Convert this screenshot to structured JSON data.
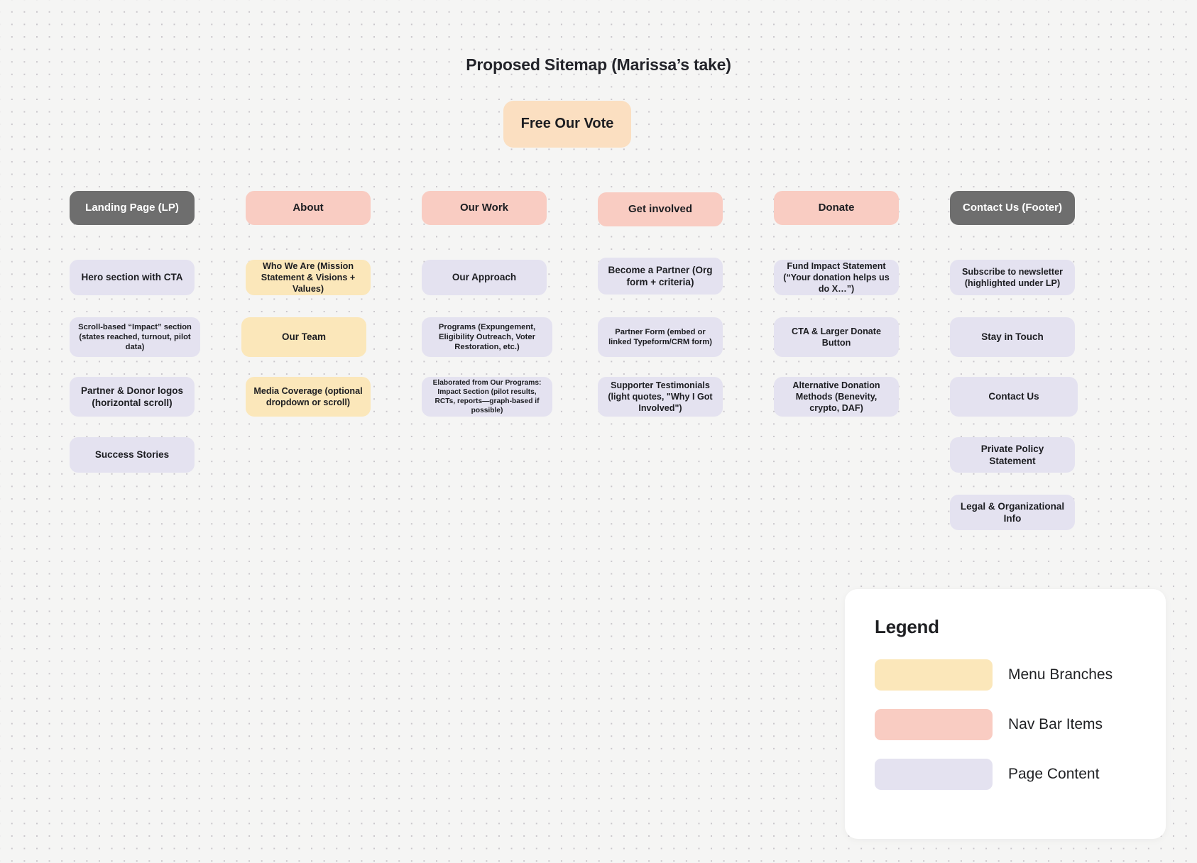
{
  "canvas": {
    "title": "Proposed Sitemap (Marissa’s take)"
  },
  "root": {
    "label": "Free Our Vote",
    "color": "#fbdfc1"
  },
  "colors": {
    "menu_branches": "#fbe7ba",
    "nav_bar_items": "#f9ccc2",
    "page_content": "#e4e2f0",
    "dark_node": "#6e6e6e",
    "root": "#fbdfc1",
    "background": "#f5f5f4"
  },
  "columns": [
    {
      "header": {
        "label": "Landing Page (LP)",
        "type": "dark"
      },
      "items": [
        {
          "label": "Hero section with CTA",
          "type": "content",
          "size": "fs-14"
        },
        {
          "label": "Scroll-based “Impact” section (states reached, turnout, pilot data)",
          "type": "content",
          "size": "fs-11"
        },
        {
          "label": "Partner & Donor logos (horizontal scroll)",
          "type": "content",
          "size": "fs-14"
        },
        {
          "label": "Success Stories",
          "type": "content",
          "size": "fs-14"
        }
      ]
    },
    {
      "header": {
        "label": "About",
        "type": "pink"
      },
      "items": [
        {
          "label": "Who We Are (Mission Statement & Visions + Values)",
          "type": "menu",
          "size": "fs-13"
        },
        {
          "label": "Our Team",
          "type": "menu",
          "size": "fs-14"
        },
        {
          "label": "Media Coverage (optional dropdown or scroll)",
          "type": "menu",
          "size": "fs-13"
        }
      ]
    },
    {
      "header": {
        "label": "Our Work",
        "type": "pink"
      },
      "items": [
        {
          "label": "Our Approach",
          "type": "content",
          "size": "fs-14"
        },
        {
          "label": "Programs (Expungement, Eligibility Outreach, Voter Restoration, etc.)",
          "type": "content",
          "size": "fs-11"
        },
        {
          "label": "Elaborated from Our Programs: Impact Section (pilot results, RCTs, reports—graph-based if possible)",
          "type": "content",
          "size": "fs-10"
        }
      ]
    },
    {
      "header": {
        "label": "Get involved",
        "type": "pink"
      },
      "items": [
        {
          "label": "Become a Partner (Org form + criteria)",
          "type": "content",
          "size": "fs-14"
        },
        {
          "label": "Partner Form (embed or linked Typeform/CRM form)",
          "type": "content",
          "size": "fs-11"
        },
        {
          "label": "Supporter Testimonials (light quotes, \"Why I Got Involved\")",
          "type": "content",
          "size": "fs-13"
        }
      ]
    },
    {
      "header": {
        "label": "Donate",
        "type": "pink"
      },
      "items": [
        {
          "label": "Fund Impact Statement (“Your donation helps us do X…”)",
          "type": "content",
          "size": "fs-13"
        },
        {
          "label": "CTA & Larger Donate Button",
          "type": "content",
          "size": "fs-13"
        },
        {
          "label": "Alternative Donation Methods (Benevity, crypto, DAF)",
          "type": "content",
          "size": "fs-12"
        }
      ]
    },
    {
      "header": {
        "label": "Contact Us (Footer)",
        "type": "dark"
      },
      "items": [
        {
          "label": "Subscribe to  newsletter (highlighted under LP)",
          "type": "content",
          "size": "fs-13"
        },
        {
          "label": "Stay in Touch",
          "type": "content",
          "size": "fs-14"
        },
        {
          "label": "Contact Us",
          "type": "content",
          "size": "fs-14"
        },
        {
          "label": "Private Policy Statement",
          "type": "content",
          "size": "fs-14"
        },
        {
          "label": "Legal & Organizational Info",
          "type": "content",
          "size": "fs-14"
        }
      ]
    }
  ],
  "legend": {
    "title": "Legend",
    "rows": [
      {
        "label": "Menu Branches",
        "color": "#fbe7ba"
      },
      {
        "label": "Nav Bar Items",
        "color": "#f9ccc2"
      },
      {
        "label": "Page Content",
        "color": "#e4e2f0"
      }
    ]
  }
}
